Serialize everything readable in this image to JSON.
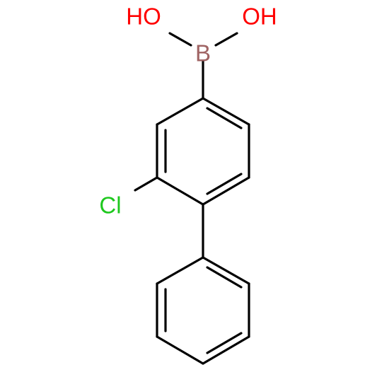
{
  "molecule": {
    "atoms": {
      "boron": {
        "symbol": "B",
        "color": "#a06464"
      },
      "hydroxyl_left": {
        "symbol": "HO",
        "color": "#ff0000"
      },
      "hydroxyl_right": {
        "symbol": "OH",
        "color": "#ff0000"
      },
      "chlorine": {
        "symbol": "Cl",
        "color": "#1ec81e"
      }
    },
    "bond_color": "#000000",
    "background": "#ffffff"
  }
}
